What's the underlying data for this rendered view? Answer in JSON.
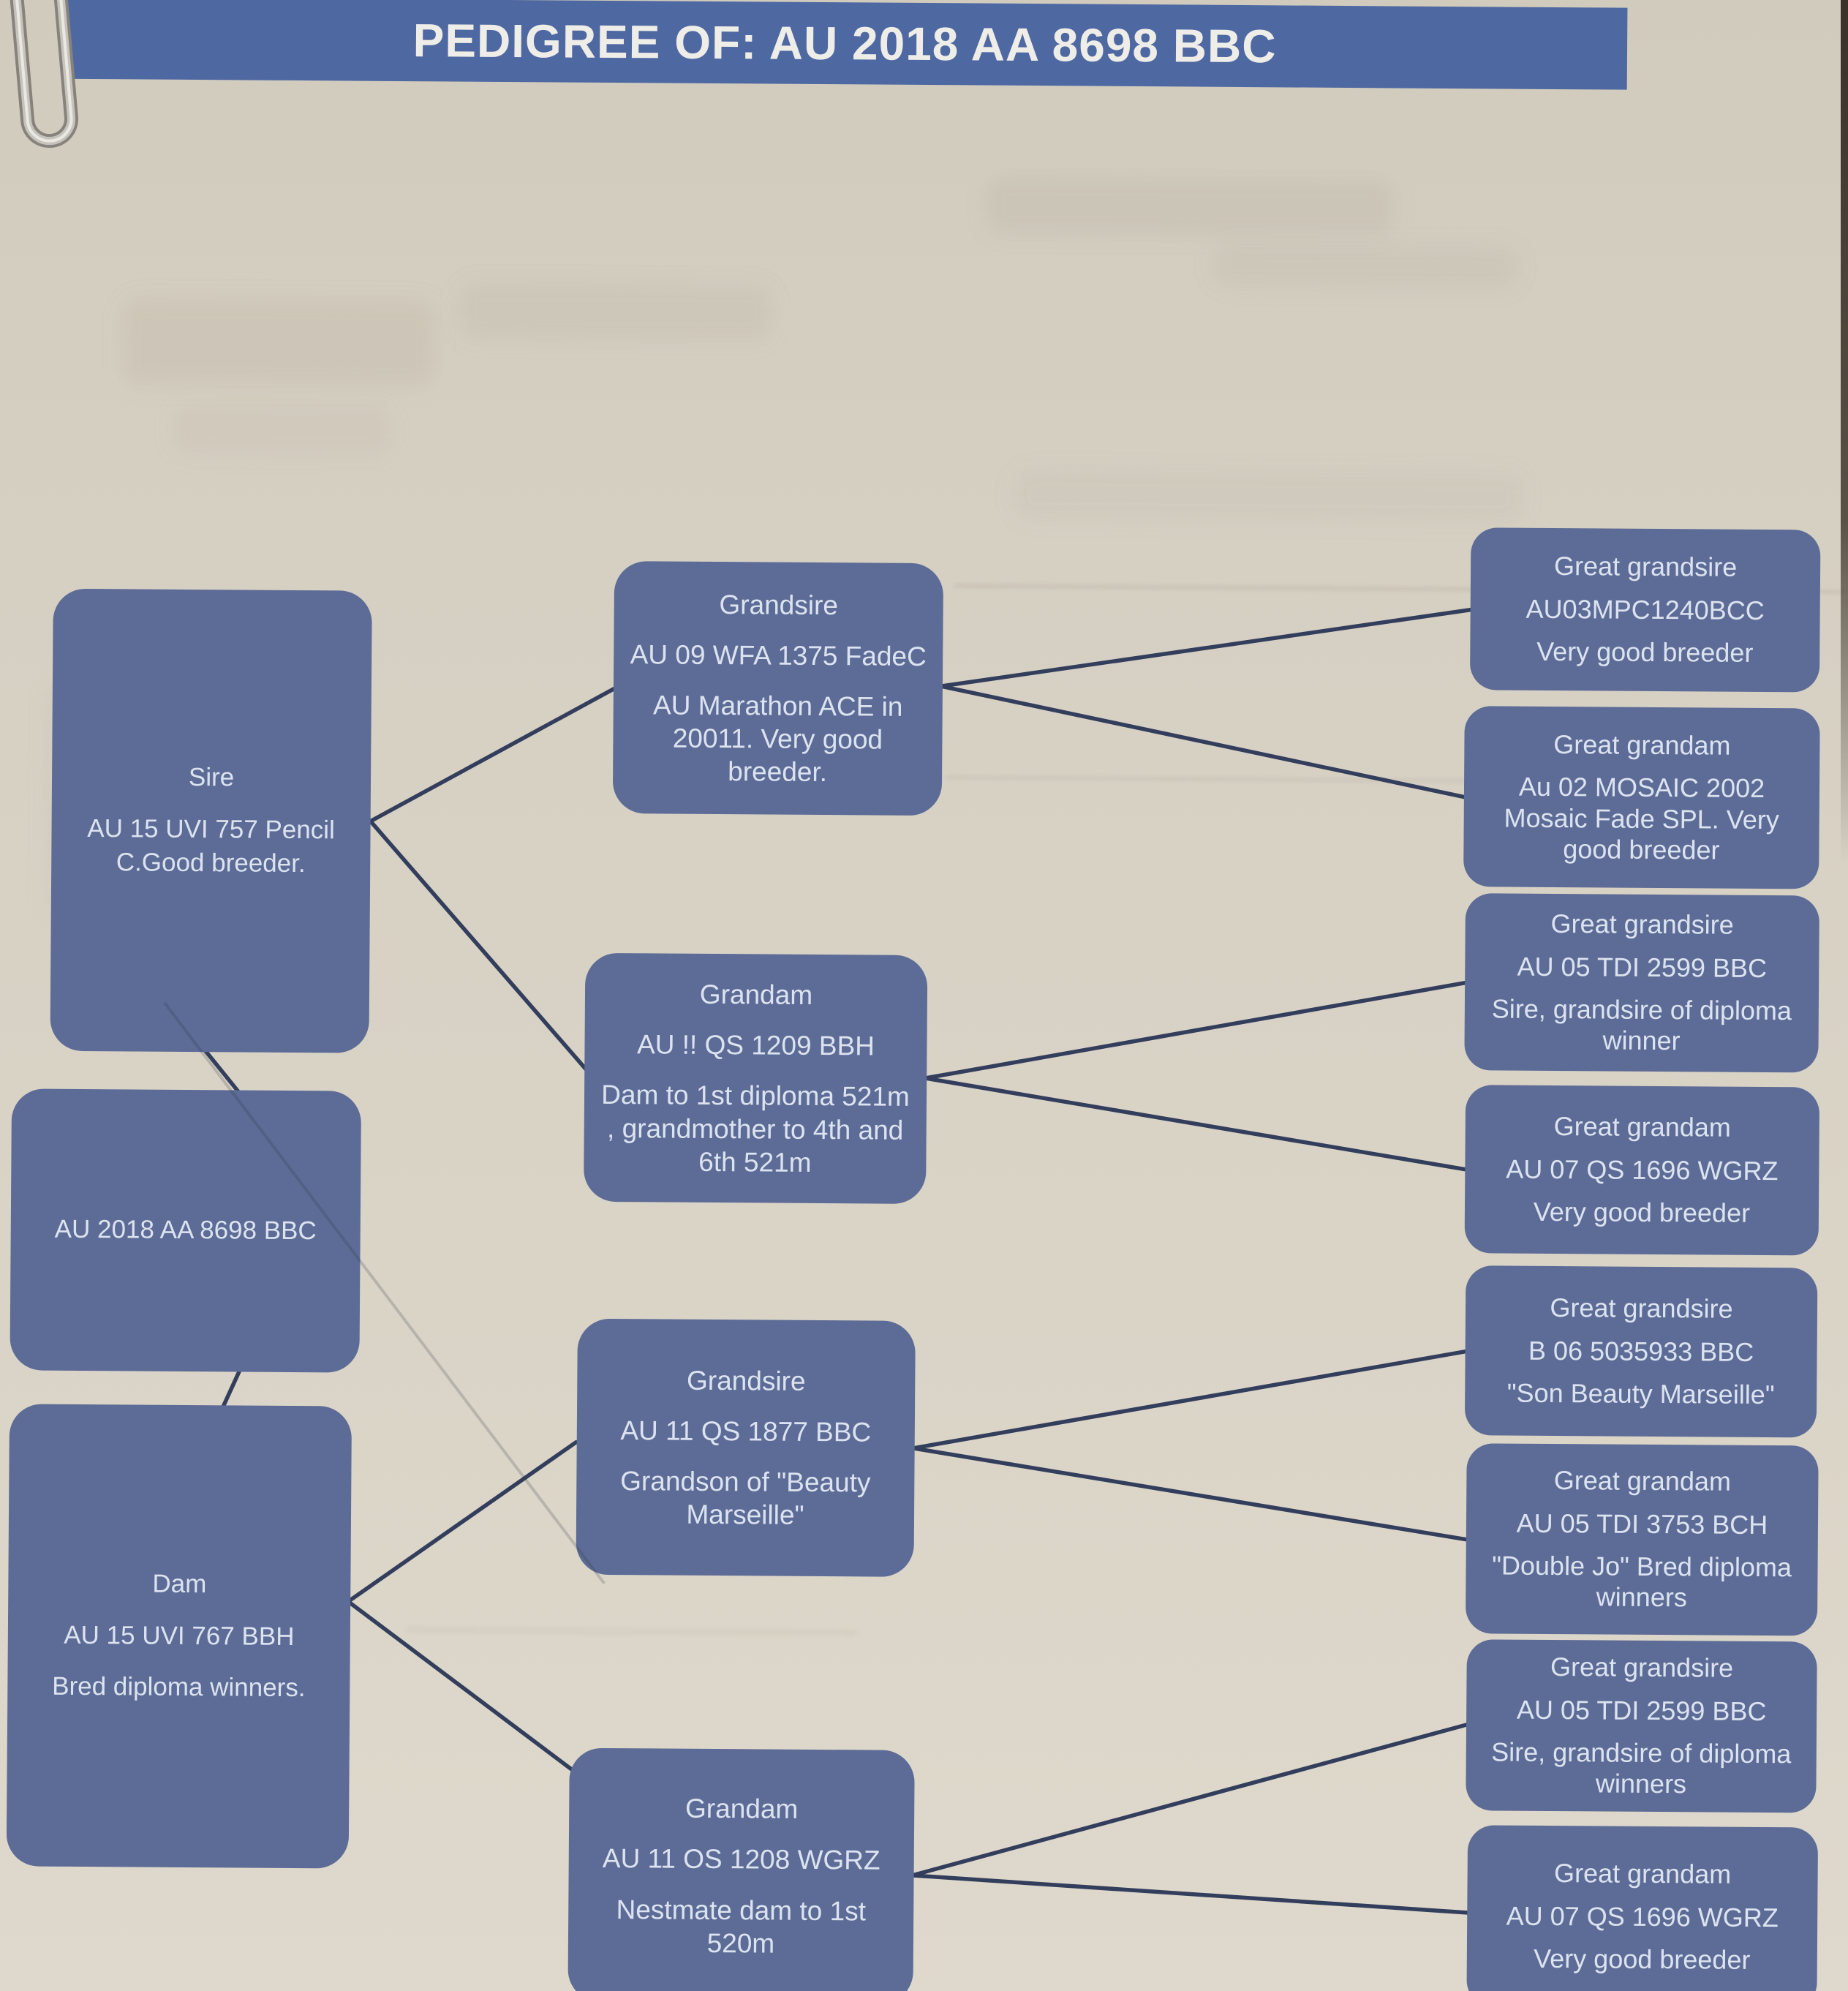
{
  "title": "PEDIGREE OF: AU 2018 AA 8698 BBC",
  "colors": {
    "banner": "#4e68a2",
    "node_fill": "#5d6c96",
    "node_text": "#dce3f0",
    "connector": "#333e5c",
    "paper": "#d6d0c3"
  },
  "tree": {
    "subject": {
      "paragraphs": [
        "AU 2018 AA 8698 BBC"
      ]
    },
    "sire": {
      "paragraphs": [
        "Sire",
        "AU 15 UVI 757 Pencil",
        "C.Good breeder."
      ]
    },
    "dam": {
      "paragraphs": [
        "Dam",
        "AU 15 UVI 767 BBH",
        "Bred diploma winners."
      ]
    },
    "grandsire_paternal": {
      "paragraphs": [
        "Grandsire",
        "AU 09 WFA 1375 FadeC",
        "AU Marathon ACE in 20011. Very good breeder."
      ]
    },
    "grandam_paternal": {
      "paragraphs": [
        "Grandam",
        "AU !! QS 1209 BBH",
        "Dam to 1st diploma 521m , grandmother to 4th and 6th 521m"
      ]
    },
    "grandsire_maternal": {
      "paragraphs": [
        "Grandsire",
        "AU 11 QS 1877 BBC",
        "Grandson of \"Beauty Marseille\""
      ]
    },
    "grandam_maternal": {
      "paragraphs": [
        "Grandam",
        "AU 11 OS 1208 WGRZ",
        "Nestmate dam to 1st 520m"
      ]
    },
    "great_grandparents": [
      {
        "paragraphs": [
          "Great grandsire",
          "AU03MPC1240BCC",
          "Very good breeder"
        ]
      },
      {
        "paragraphs": [
          "Great grandam",
          "Au 02 MOSAIC 2002 Mosaic Fade SPL. Very good breeder"
        ]
      },
      {
        "paragraphs": [
          "Great grandsire",
          "AU 05 TDI 2599 BBC",
          "Sire, grandsire of diploma winner"
        ]
      },
      {
        "paragraphs": [
          "Great grandam",
          "AU 07 QS 1696 WGRZ",
          "Very good breeder"
        ]
      },
      {
        "paragraphs": [
          "Great grandsire",
          "B 06 5035933 BBC",
          "\"Son Beauty Marseille\""
        ]
      },
      {
        "paragraphs": [
          "Great grandam",
          "AU 05 TDI 3753 BCH",
          "\"Double Jo\" Bred diploma winners"
        ]
      },
      {
        "paragraphs": [
          "Great grandsire",
          "AU 05 TDI 2599 BBC",
          "Sire, grandsire of diploma winners"
        ]
      },
      {
        "paragraphs": [
          "Great grandam",
          "AU 07 QS 1696 WGRZ",
          "Very good breeder"
        ]
      }
    ]
  }
}
